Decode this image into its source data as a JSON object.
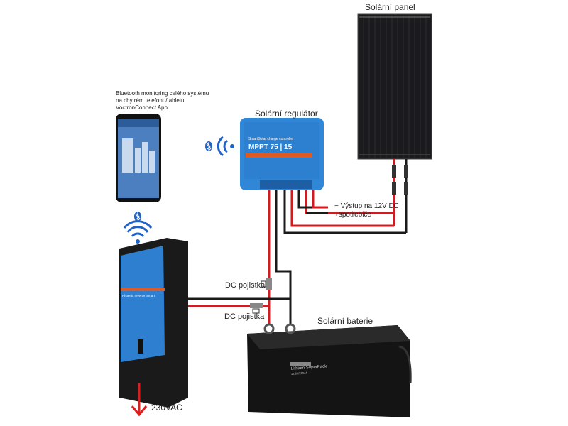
{
  "labels": {
    "solar_panel": "Solární panel",
    "charge_controller": "Solární regulátor",
    "bluetooth_note": [
      "Bluetooth monitoring celého systému",
      "na chytrém telefonu/tabletu",
      "VoctronConnect App"
    ],
    "dc_output_line1": "Výstup na 12V DC",
    "dc_output_line2": "spotřebiče",
    "dc_output_minus": "−",
    "dc_output_plus": "+",
    "fuse_1": "DC pojistka",
    "fuse_2": "DC pojistka",
    "battery": "Solární baterie",
    "ac_output": "230VAC"
  },
  "devices": {
    "controller": {
      "brand_line": "SmartSolar charge controller",
      "model": "MPPT 75 | 15"
    },
    "inverter": {
      "name": "Phoenix Inverter Smart"
    },
    "battery": {
      "name": "Lithium SuperPack",
      "spec": "12,8V/200Ah"
    }
  },
  "colors": {
    "positive_wire": "#d7191f",
    "negative_wire": "#1a1a1a",
    "victron_blue": "#2f7fd1",
    "bluetooth_blue": "#1f63c9",
    "accent_orange": "#e05a24"
  }
}
